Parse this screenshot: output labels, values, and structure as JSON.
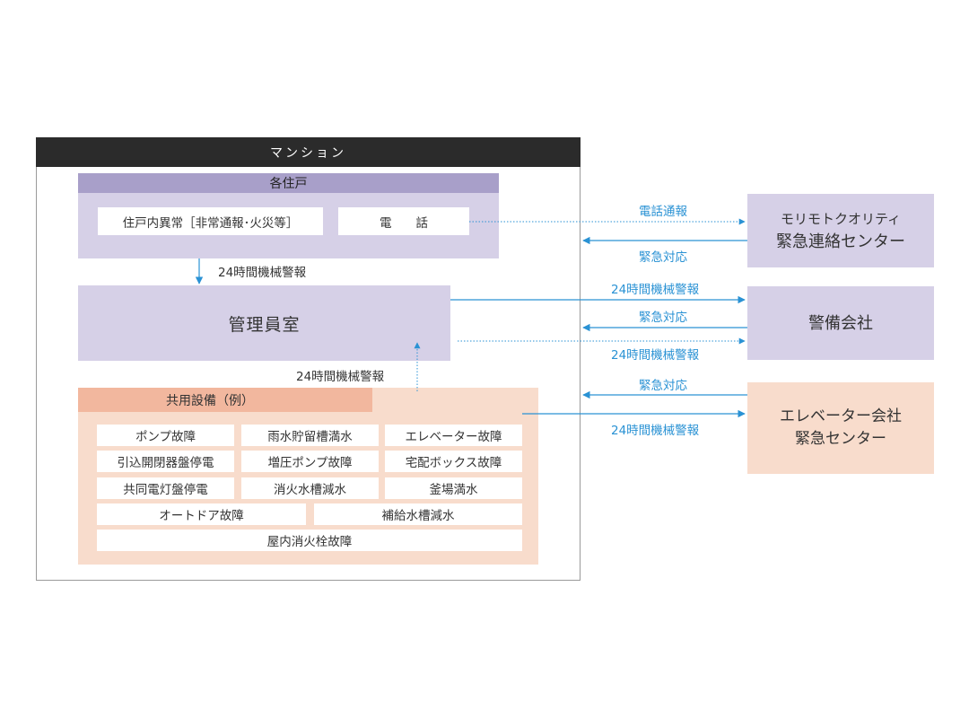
{
  "mansion": {
    "title": "マンション"
  },
  "units": {
    "title": "各住戸",
    "abnormal": "住戸内異常［非常通報･火災等］",
    "phone": "電　　話"
  },
  "office": {
    "title": "管理員室"
  },
  "common": {
    "title": "共用設備（例）",
    "items": [
      "ポンプ故障",
      "雨水貯留槽満水",
      "エレベーター故障",
      "引込開閉器盤停電",
      "増圧ポンプ故障",
      "宅配ボックス故障",
      "共同電灯盤停電",
      "消火水槽減水",
      "釜場満水",
      "オートドア故障",
      "補給水槽減水",
      "屋内消火栓故障"
    ]
  },
  "centers": {
    "moritomo": {
      "line1": "モリモトクオリティ",
      "line2": "緊急連絡センター"
    },
    "security": {
      "line1": "警備会社"
    },
    "elevator": {
      "line1": "エレベーター会社",
      "line2": "緊急センター"
    }
  },
  "labels": {
    "phone_report": "電話通報",
    "emergency_1": "緊急対応",
    "alarm_office": "24時間機械警報",
    "alarm_units": "24時間機械警報",
    "alarm_security_1": "24時間機械警報",
    "emergency_2": "緊急対応",
    "alarm_security_2": "24時間機械警報",
    "emergency_3": "緊急対応",
    "alarm_elevator": "24時間機械警報"
  },
  "colors": {
    "header_dark": "#2b2b2b",
    "lavender": "#d6d0e7",
    "lavender_header": "#a89fc9",
    "peach": "#f8dccc",
    "peach_header": "#f2b79e",
    "arrow_blue": "#2a92d4"
  }
}
